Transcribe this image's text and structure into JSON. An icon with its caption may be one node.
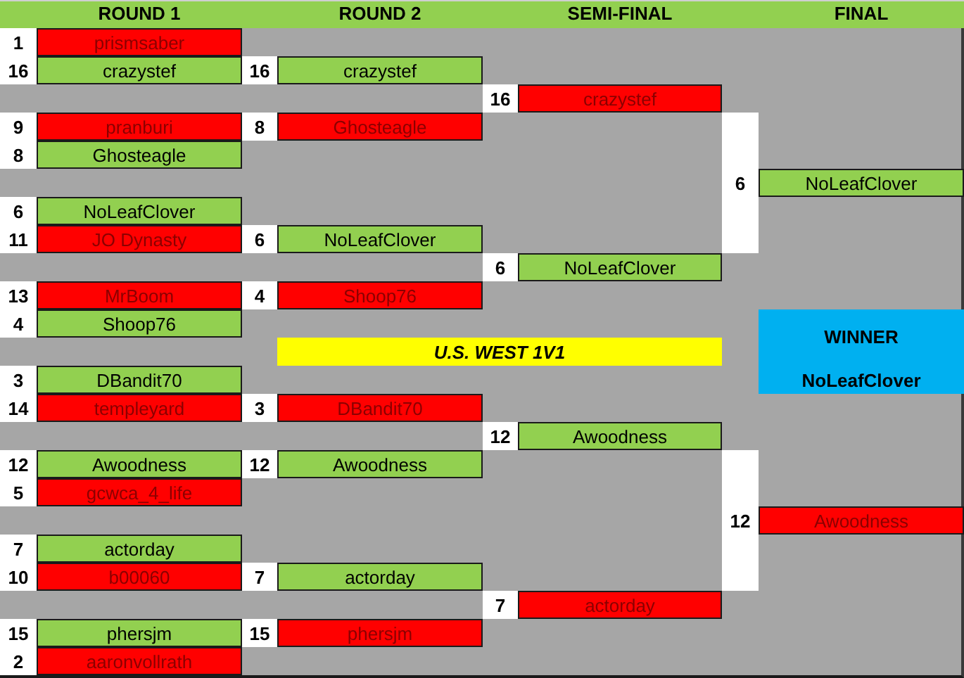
{
  "diagram": {
    "title": "U.S. WEST 1V1",
    "nodes": [
      {
        "text": [
          "prismsaber"
        ],
        "beside": [
          "1"
        ]
      },
      {
        "text": [
          "crazystef"
        ],
        "beside": [
          "16"
        ]
      },
      {
        "text": [
          "pranburi"
        ],
        "beside": [
          "9"
        ]
      },
      {
        "text": [
          "Ghosteagle"
        ],
        "beside": [
          "8"
        ]
      },
      {
        "text": [
          "NoLeafClover"
        ],
        "beside": [
          "6"
        ]
      },
      {
        "text": [
          "JO Dynasty"
        ],
        "beside": [
          "11"
        ]
      },
      {
        "text": [
          "MrBoom"
        ],
        "beside": [
          "13"
        ]
      },
      {
        "text": [
          "Shoop76"
        ],
        "beside": [
          "4"
        ]
      },
      {
        "text": [
          "DBandit70"
        ],
        "beside": [
          "3"
        ]
      },
      {
        "text": [
          "templeyard"
        ],
        "beside": [
          "14"
        ]
      },
      {
        "text": [
          "Awoodness"
        ],
        "beside": [
          "12"
        ]
      },
      {
        "text": [
          "gcwca_4_life"
        ],
        "beside": [
          "5"
        ]
      },
      {
        "text": [
          "actorday"
        ],
        "beside": [
          "7"
        ]
      },
      {
        "text": [
          "b00060"
        ],
        "beside": [
          "10"
        ]
      },
      {
        "text": [
          "phersjm"
        ],
        "beside": [
          "15"
        ]
      },
      {
        "text": [
          "aaronvollrath"
        ],
        "beside": [
          "2"
        ]
      },
      {
        "text": [
          "crazystef"
        ],
        "beside": [
          "16"
        ]
      },
      {
        "text": [
          "Ghosteagle"
        ],
        "beside": [
          "8"
        ]
      },
      {
        "text": [
          "NoLeafClover"
        ],
        "beside": [
          "6"
        ]
      },
      {
        "text": [
          "Shoop76"
        ],
        "beside": [
          "4"
        ]
      },
      {
        "text": [
          "DBandit70"
        ],
        "beside": [
          "3"
        ]
      },
      {
        "text": [
          "Awoodness"
        ],
        "beside": [
          "12"
        ]
      },
      {
        "text": [
          "actorday"
        ],
        "beside": [
          "7"
        ]
      },
      {
        "text": [
          "phersjm"
        ],
        "beside": [
          "15"
        ]
      },
      {
        "text": [
          "crazystef"
        ],
        "beside": [
          "16"
        ]
      },
      {
        "text": [
          "NoLeafClover"
        ],
        "beside": [
          "6"
        ]
      },
      {
        "text": [
          "Awoodness"
        ],
        "beside": [
          "12"
        ]
      },
      {
        "text": [
          "actorday"
        ],
        "beside": [
          "7"
        ]
      },
      {
        "text": [
          "NoLeafClover"
        ],
        "beside": [
          "6"
        ]
      },
      {
        "text": [
          "Awoodness"
        ],
        "beside": [
          "12"
        ]
      },
      {
        "text": [
          "WINNER",
          "NoLeafClover"
        ]
      }
    ],
    "labels": [
      "ROUND 1",
      "ROUND 2",
      "SEMI-FINAL",
      "FINAL"
    ]
  }
}
